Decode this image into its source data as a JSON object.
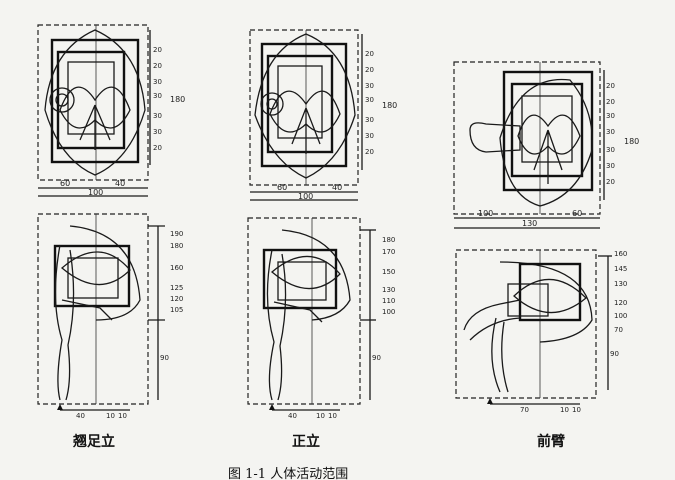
{
  "panels": [
    {
      "caption": "翘足立",
      "top": {
        "height_label": "180",
        "width_labels": [
          "60",
          "40"
        ],
        "total_label": "100",
        "tick_labels": [
          "20",
          "20",
          "30",
          "30",
          "30",
          "30",
          "20"
        ]
      },
      "bottom": {
        "height_labels": [
          "190",
          "180",
          "160",
          "125",
          "120",
          "105"
        ],
        "ground_labels": [
          "40",
          "10",
          "10"
        ],
        "side_label": "90"
      }
    },
    {
      "caption": "正立",
      "top": {
        "height_label": "180",
        "width_labels": [
          "60",
          "40"
        ],
        "total_label": "100",
        "tick_labels": [
          "20",
          "20",
          "30",
          "30",
          "30",
          "30",
          "20"
        ]
      },
      "bottom": {
        "height_labels": [
          "180",
          "170",
          "150",
          "130",
          "110",
          "100"
        ],
        "ground_labels": [
          "40",
          "10",
          "10"
        ],
        "side_label": "90"
      }
    },
    {
      "caption": "前臂",
      "top": {
        "height_label": "180",
        "width_labels": [
          "100",
          "60"
        ],
        "total_label": "130",
        "tick_labels": [
          "20",
          "20",
          "30",
          "30",
          "30",
          "30",
          "20"
        ]
      },
      "bottom": {
        "height_labels": [
          "160",
          "145",
          "130",
          "120",
          "100",
          "70"
        ],
        "ground_labels": [
          "70",
          "10",
          "10"
        ],
        "side_label": "90"
      }
    }
  ],
  "figure_caption": "图 1-1 人体活动范围"
}
